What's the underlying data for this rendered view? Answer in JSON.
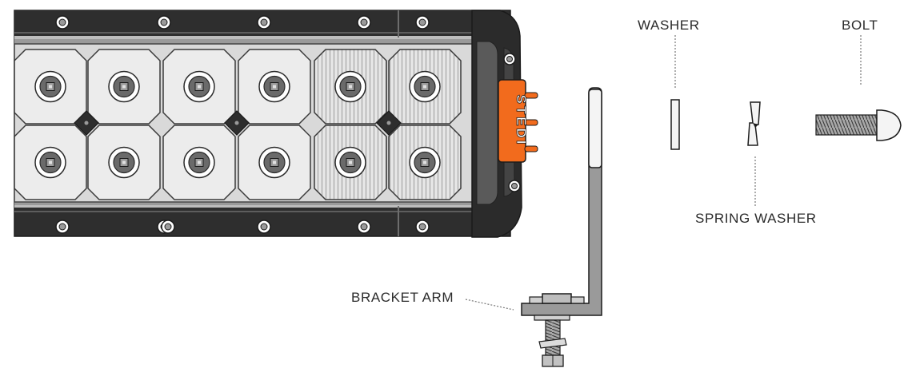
{
  "labels": {
    "washer": "WASHER",
    "bolt": "BOLT",
    "spring_washer": "SPRING WASHER",
    "bracket_arm": "BRACKET ARM"
  },
  "brand": {
    "logo_text": "STEDI",
    "accent_color": "#f26b1d"
  },
  "colors": {
    "housing": "#2e2e2e",
    "frame": "#9a9a9a",
    "lens": "#ececec",
    "line": "#2a2a2a",
    "bracket": "#9a9a9a"
  }
}
